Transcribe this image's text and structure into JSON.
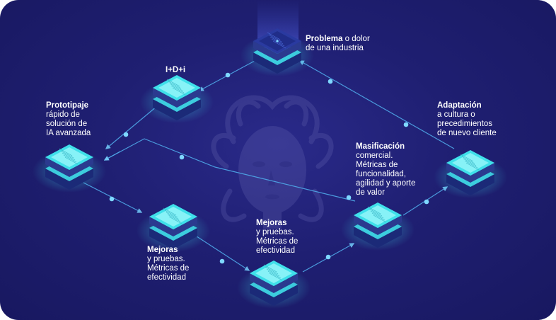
{
  "colors": {
    "background": "#1e1e6e",
    "accent": "#3fe0ea",
    "connector": "#4fa8e8",
    "node_body": "#2b3a8f",
    "text": "#ffffff"
  },
  "labels": {
    "problema": {
      "bold": "Problema",
      "rest": " o dolor",
      "line2": "de una industria"
    },
    "id": {
      "bold": "I+D+i"
    },
    "prototipaje": {
      "bold": "Prototipaje",
      "line2": "rápido de",
      "line3": "solución de",
      "line4": "IA avanzada"
    },
    "adaptacion": {
      "bold": "Adaptación",
      "line2": "a cultura o",
      "line3": "precedimientos",
      "line4": "de nuevo cliente"
    },
    "masificacion": {
      "bold": "Masificación",
      "line2": "comercial.",
      "line3": "Métricas de",
      "line4": "funcionalidad,",
      "line5": "agilidad y aporte",
      "line6": "de valor"
    },
    "mejoras_center": {
      "bold": "Mejoras",
      "line2": "y pruebas.",
      "line3": "Métricas de",
      "line4": "efectividad"
    },
    "mejoras_left": {
      "bold": "Mejoras",
      "line2": "y pruebas.",
      "line3": "Métricas de",
      "line4": "efectividad"
    }
  },
  "icons": {
    "node": "server-stack-icon",
    "watermark": "medusa-face-icon"
  }
}
